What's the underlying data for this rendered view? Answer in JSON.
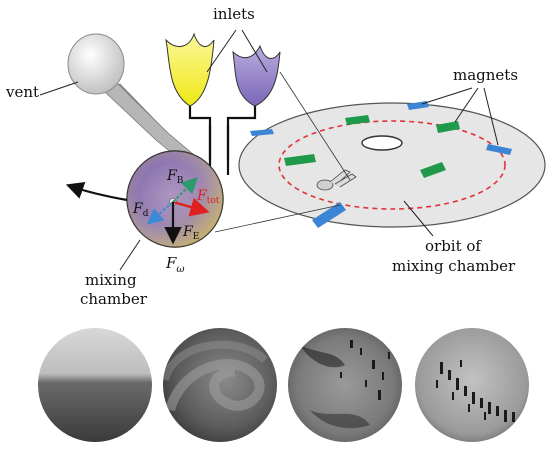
{
  "labels": {
    "inlets": "inlets",
    "vent": "vent",
    "magnets": "magnets",
    "mixing_chamber_line1": "mixing",
    "mixing_chamber_line2": "chamber",
    "orbit_line1": "orbit of",
    "orbit_line2": "mixing chamber"
  },
  "forces": {
    "f_b": "F",
    "f_b_sub": "B",
    "f_d": "F",
    "f_d_sub": "d",
    "f_tot": "F",
    "f_tot_sub": "tot",
    "f_e": "F",
    "f_e_sub": "E",
    "f_omega": "F",
    "f_omega_sub": "ω"
  },
  "colors": {
    "inlet_yellow": "#f4f02a",
    "inlet_purple": "#8b7ac8",
    "magnet_blue": "#3a86d4",
    "magnet_green": "#1e9a4a",
    "orbit_red": "#e0343a",
    "f_tot_red": "#e0201f",
    "f_b_green": "#2a9a6a",
    "f_d_blue": "#3a8ad6"
  },
  "photos": [
    {
      "name": "photo-1",
      "style": "gradient-light-top"
    },
    {
      "name": "photo-2",
      "style": "swirl"
    },
    {
      "name": "photo-3",
      "style": "dark-specks"
    },
    {
      "name": "photo-4",
      "style": "dark-particles"
    }
  ]
}
